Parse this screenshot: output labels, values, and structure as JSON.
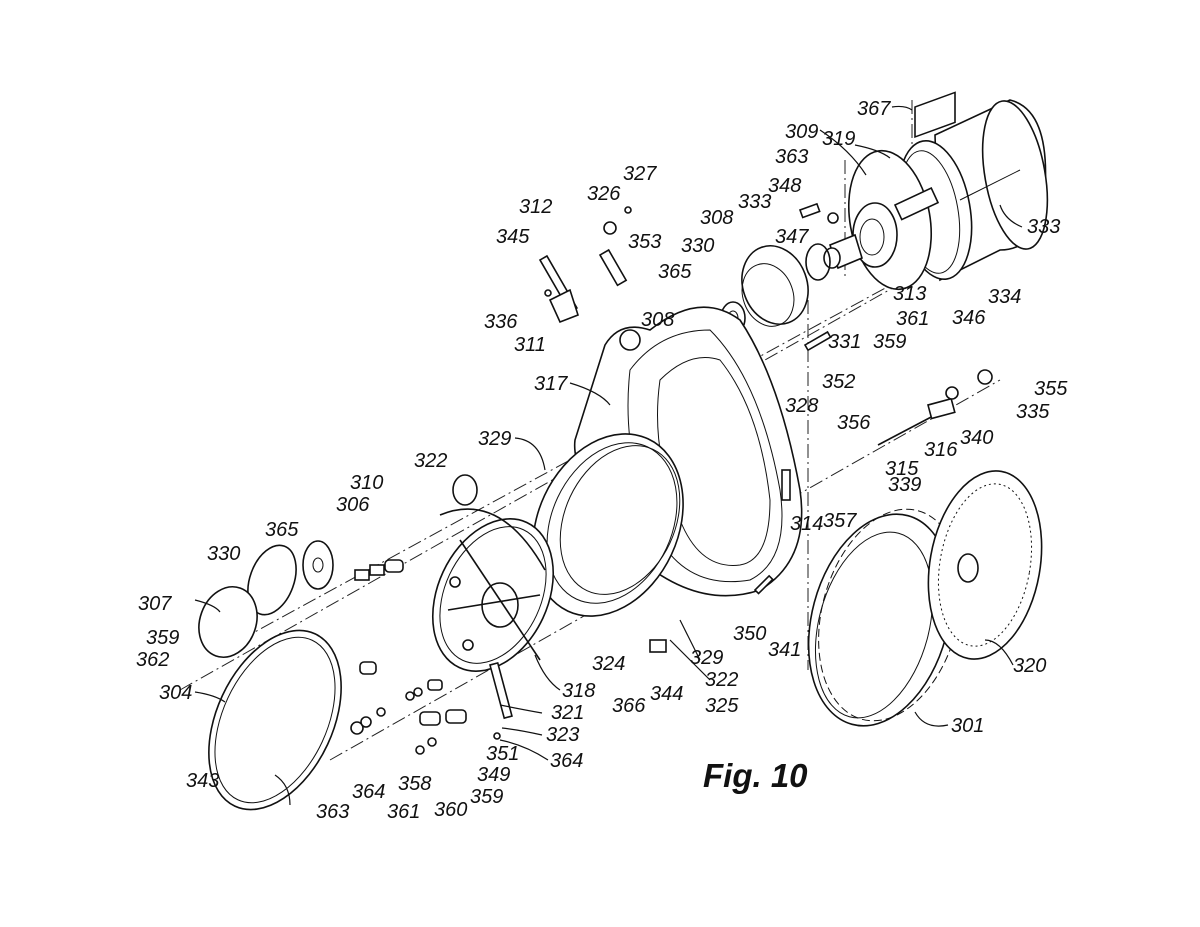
{
  "figure_title": "Fig. 10",
  "labels": [
    "367",
    "309",
    "319",
    "363",
    "348",
    "333",
    "333",
    "327",
    "326",
    "312",
    "345",
    "353",
    "308",
    "330",
    "347",
    "365",
    "313",
    "334",
    "336",
    "361",
    "346",
    "311",
    "308",
    "331",
    "359",
    "352",
    "317",
    "355",
    "328",
    "335",
    "356",
    "340",
    "316",
    "329",
    "315",
    "322",
    "310",
    "339",
    "306",
    "314",
    "357",
    "365",
    "330",
    "307",
    "350",
    "341",
    "359",
    "362",
    "324",
    "329",
    "322",
    "320",
    "304",
    "366",
    "344",
    "325",
    "318",
    "321",
    "301",
    "323",
    "364",
    "351",
    "349",
    "359",
    "343",
    "358",
    "364",
    "361",
    "363",
    "360"
  ]
}
